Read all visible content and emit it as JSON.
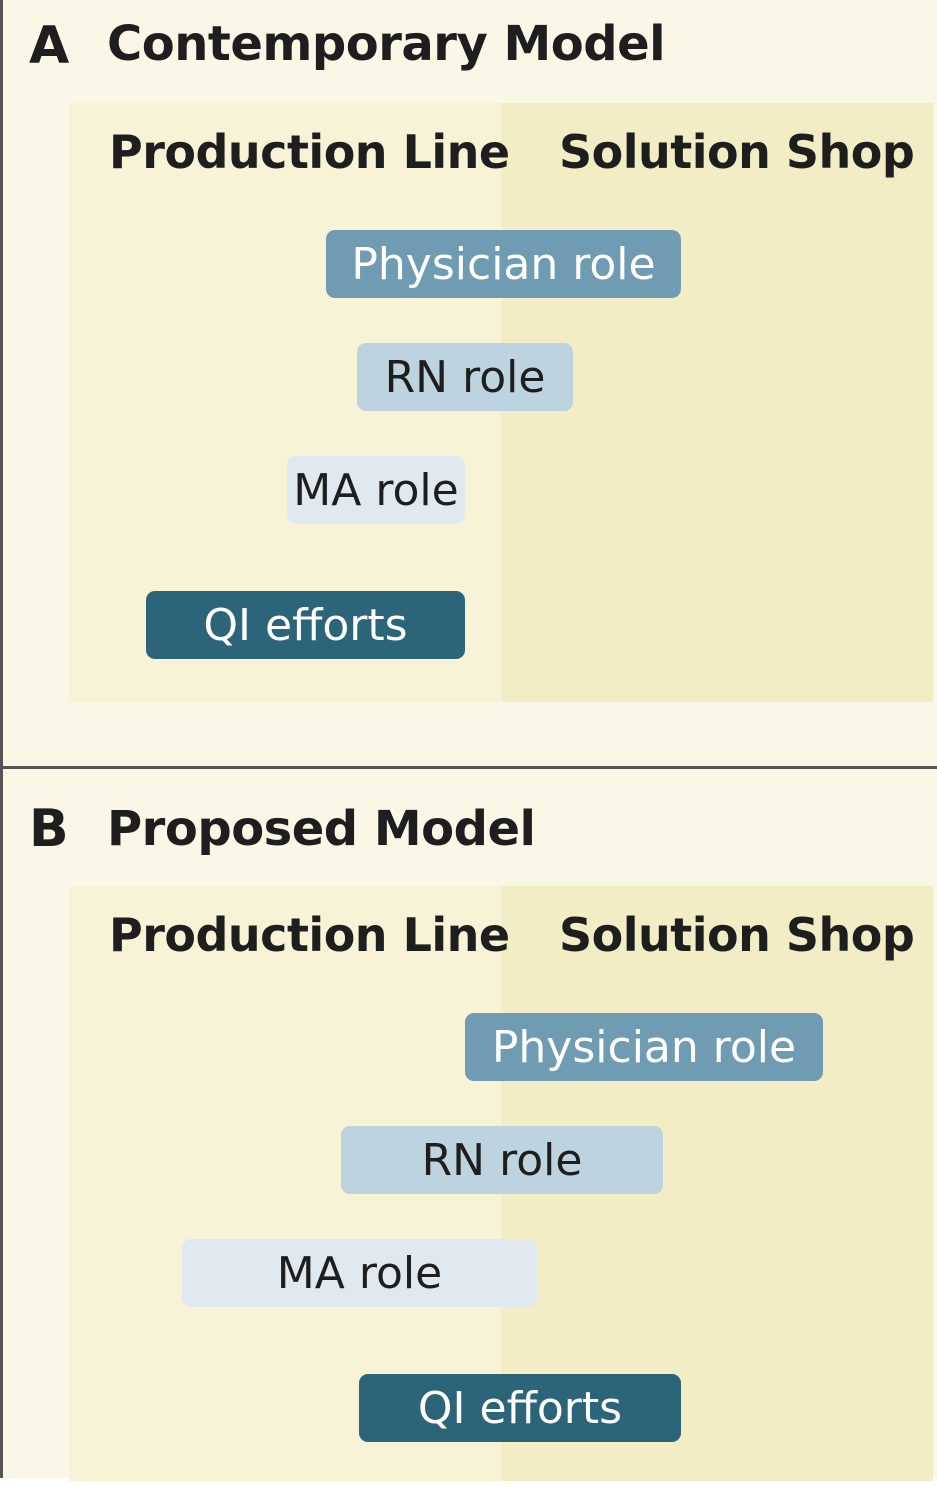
{
  "panels": [
    {
      "letter": "A",
      "title": "Contemporary Model",
      "columns": {
        "left": "Production Line",
        "right": "Solution Shop"
      },
      "roles": [
        {
          "label": "Physician role"
        },
        {
          "label": "RN role"
        },
        {
          "label": "MA role"
        },
        {
          "label": "QI efforts"
        }
      ]
    },
    {
      "letter": "B",
      "title": "Proposed Model",
      "columns": {
        "left": "Production Line",
        "right": "Solution Shop"
      },
      "roles": [
        {
          "label": "Physician role"
        },
        {
          "label": "RN role"
        },
        {
          "label": "MA role"
        },
        {
          "label": "QI efforts"
        }
      ]
    }
  ],
  "colors": {
    "panel_background": "#faf7e6",
    "production_line_zone": "#f8f3d6",
    "solution_shop_zone": "#f3edc6",
    "physician_role": "#6f9cb2",
    "rn_role": "#bdd3df",
    "ma_role": "#dfe9ef",
    "qi_efforts": "#2c6479"
  }
}
